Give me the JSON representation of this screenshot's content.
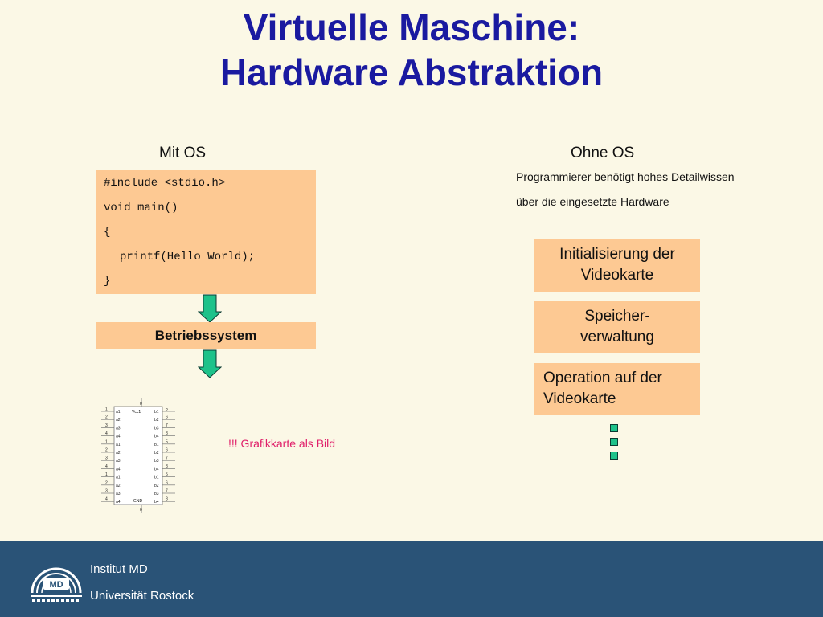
{
  "slide": {
    "title_line1": "Virtuelle Maschine:",
    "title_line2": "Hardware Abstraktion"
  },
  "left": {
    "label": "Mit OS",
    "code": [
      "#include <stdio.h>",
      "void main()",
      "{",
      "printf(Hello World);",
      "}"
    ],
    "os_box": "Betriebssystem",
    "note": "!!! Grafikkarte als Bild",
    "chip": {
      "top_pin": "0",
      "bottom_pin": "0",
      "vcc": "Vcc1",
      "gnd": "GND",
      "left_numbers": [
        "1",
        "2",
        "3",
        "4",
        "1",
        "2",
        "3",
        "4",
        "1",
        "2",
        "3",
        "4"
      ],
      "left_names": [
        "a1",
        "a2",
        "a3",
        "a4",
        "a1",
        "a2",
        "a3",
        "a4",
        "a1",
        "a2",
        "a3",
        "a4"
      ],
      "right_names": [
        "b1",
        "b2",
        "b3",
        "b4",
        "b1",
        "b2",
        "b3",
        "b4",
        "b1",
        "b2",
        "b3",
        "b4"
      ],
      "right_numbers": [
        "5",
        "6",
        "7",
        "8",
        "5",
        "6",
        "7",
        "8",
        "5",
        "6",
        "7",
        "8"
      ]
    }
  },
  "right": {
    "label": "Ohne OS",
    "desc_line1": "Programmierer benötigt hohes Detailwissen",
    "desc_line2": "über die eingesetzte Hardware",
    "steps": [
      {
        "line1": "Initialisierung der",
        "line2": "Videokarte"
      },
      {
        "line1": "Speicher-",
        "line2": "verwaltung"
      },
      {
        "line1": "Operation auf der",
        "line2": "Videokarte"
      }
    ]
  },
  "footer": {
    "line1": "Institut MD",
    "line2": "Universität Rostock",
    "logo_text": "MD"
  },
  "colors": {
    "background": "#fbf8e6",
    "title": "#1a1aa0",
    "box": "#fdc993",
    "arrow": "#1ec28a",
    "note": "#e0206a",
    "footer": "#2a5377"
  }
}
